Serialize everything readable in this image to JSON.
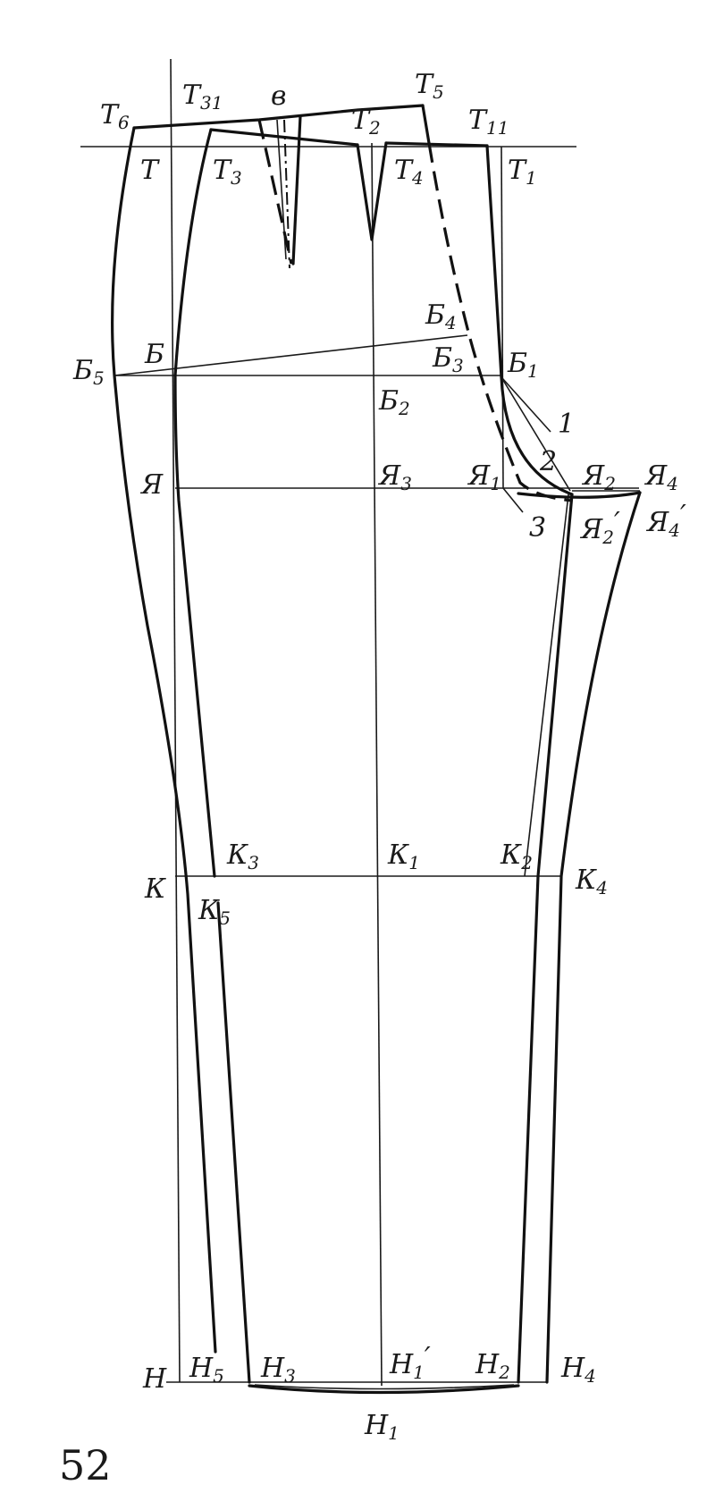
{
  "labels": {
    "T6": {
      "base": "Т",
      "sub": "6"
    },
    "T31": {
      "base": "Т",
      "sub": "31"
    },
    "v": {
      "base": "в",
      "sub": ""
    },
    "T5": {
      "base": "Т",
      "sub": "5"
    },
    "T2": {
      "base": "Т",
      "sub": "2"
    },
    "T11": {
      "base": "Т",
      "sub": "11"
    },
    "T": {
      "base": "Т",
      "sub": ""
    },
    "T3": {
      "base": "Т",
      "sub": "3"
    },
    "T4": {
      "base": "Т",
      "sub": "4"
    },
    "T1": {
      "base": "Т",
      "sub": "1"
    },
    "B4": {
      "base": "Б",
      "sub": "4"
    },
    "B5": {
      "base": "Б",
      "sub": "5"
    },
    "B": {
      "base": "Б",
      "sub": ""
    },
    "B3": {
      "base": "Б",
      "sub": "3"
    },
    "B1": {
      "base": "Б",
      "sub": "1"
    },
    "B2": {
      "base": "Б",
      "sub": "2"
    },
    "Ya": {
      "base": "Я",
      "sub": ""
    },
    "Ya3": {
      "base": "Я",
      "sub": "3"
    },
    "Ya1": {
      "base": "Я",
      "sub": "1"
    },
    "Ya2": {
      "base": "Я",
      "sub": "2"
    },
    "Ya4": {
      "base": "Я",
      "sub": "4"
    },
    "Ya2p": {
      "base": "Я",
      "sub": "2",
      "prime": "′"
    },
    "Ya4p": {
      "base": "Я",
      "sub": "4",
      "prime": "′"
    },
    "K3": {
      "base": "К",
      "sub": "3"
    },
    "K1": {
      "base": "К",
      "sub": "1"
    },
    "K2": {
      "base": "К",
      "sub": "2"
    },
    "K": {
      "base": "К",
      "sub": ""
    },
    "K4": {
      "base": "К",
      "sub": "4"
    },
    "K5": {
      "base": "К",
      "sub": "5"
    },
    "H": {
      "base": "Н",
      "sub": ""
    },
    "H5": {
      "base": "Н",
      "sub": "5"
    },
    "H3": {
      "base": "Н",
      "sub": "3"
    },
    "H1p": {
      "base": "Н",
      "sub": "1",
      "prime": "′"
    },
    "H2": {
      "base": "Н",
      "sub": "2"
    },
    "H4": {
      "base": "Н",
      "sub": "4"
    },
    "H1": {
      "base": "Н",
      "sub": "1"
    }
  },
  "numbers": {
    "n1": "1",
    "n2": "2",
    "n3": "3"
  },
  "page_number": "52"
}
